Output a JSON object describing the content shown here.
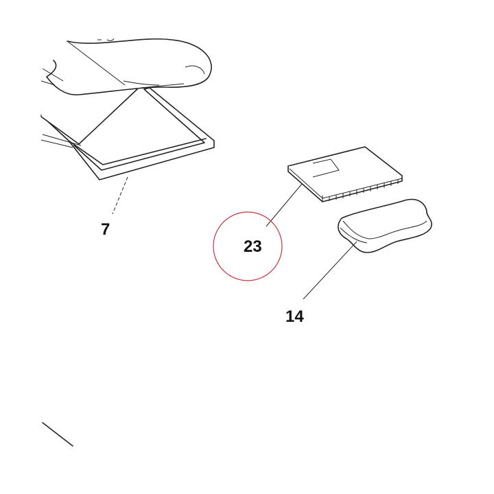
{
  "callouts": {
    "frame": "7",
    "booklet": "23",
    "cloth": "14"
  },
  "colors": {
    "line": "#222222",
    "highlight_circle": "#c8323c",
    "background": "#ffffff"
  }
}
